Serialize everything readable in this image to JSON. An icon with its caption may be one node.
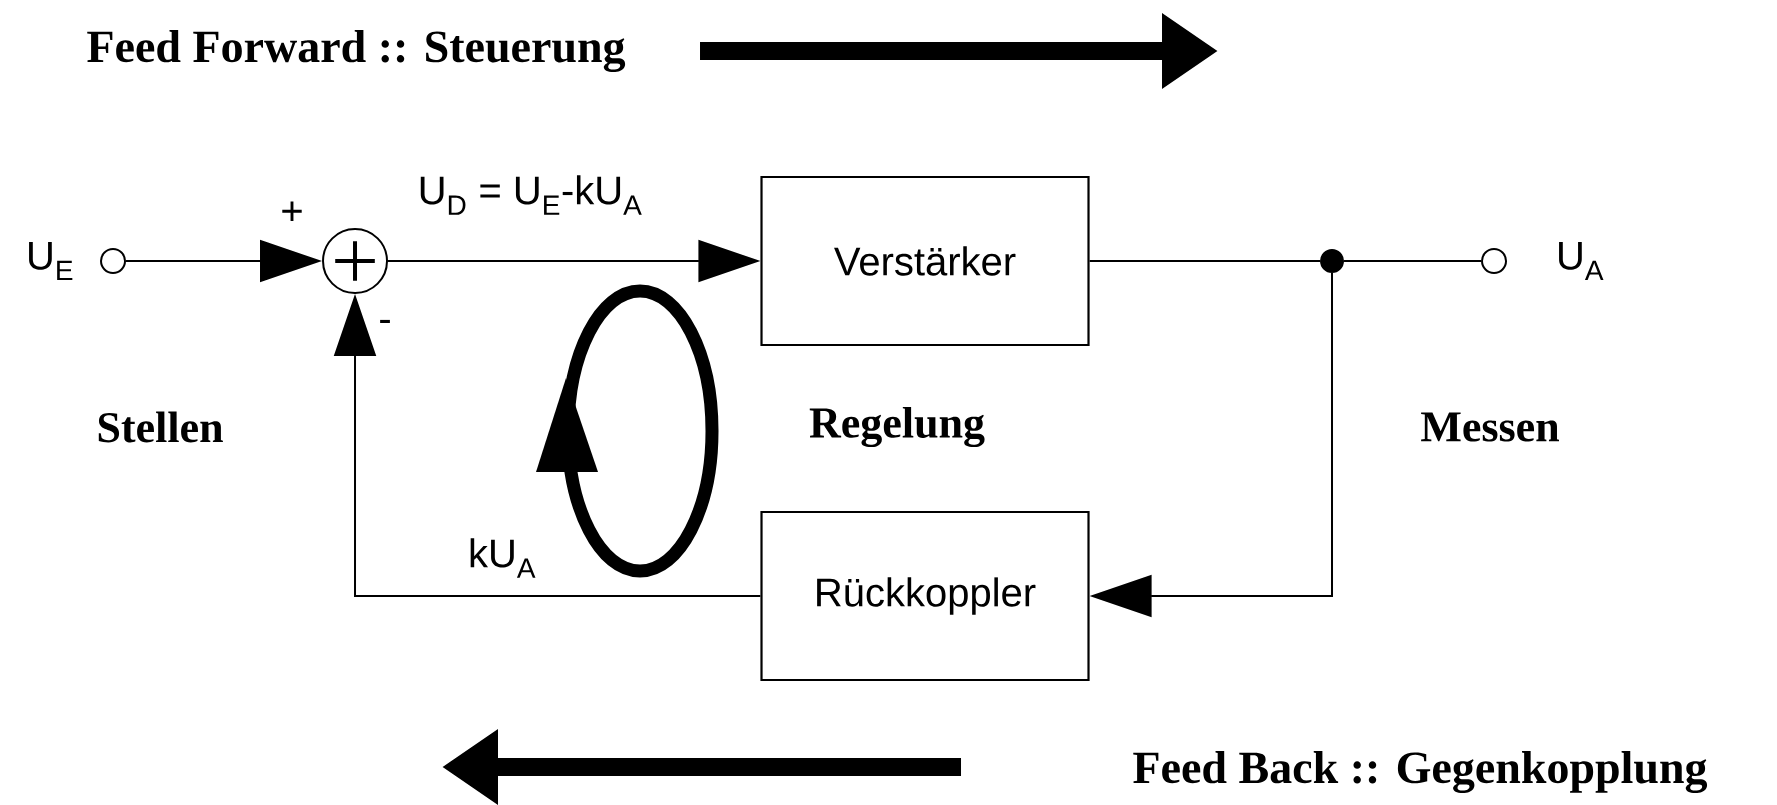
{
  "diagram": {
    "nodes": [
      {
        "text": [],
        "shape": "circle",
        "beside": [
          "U$_{E}$"
        ]
      },
      {
        "text": [],
        "shape": "circle"
      },
      {
        "text": [
          "Verstärker"
        ]
      },
      {
        "text": [],
        "shape": "circle"
      },
      {
        "text": [],
        "shape": "circle",
        "beside": [
          "U$_{A}$"
        ]
      },
      {
        "text": [
          "Rückkoppler"
        ]
      }
    ],
    "edges": [
      {
        "from": 0,
        "to": 1,
        "arrow": "to"
      },
      {
        "from": 1,
        "to": 2,
        "arrow": "to",
        "label": "U$_{D}$ = U$_{E}$-kU$_{A}$"
      },
      {
        "from": 2,
        "to": 3,
        "arrow": "none"
      },
      {
        "from": 3,
        "to": 4,
        "arrow": "none"
      },
      {
        "from": 3,
        "to": 5,
        "arrow": "to"
      },
      {
        "from": 5,
        "to": 1,
        "arrow": "to",
        "label": "kU$_{A}$"
      }
    ],
    "labels": [
      "Feed Forward :: Steuerung",
      "+",
      "-",
      "Stellen",
      "Regelung",
      "Messen",
      "Feed Back :: Gegenkopplung"
    ]
  }
}
